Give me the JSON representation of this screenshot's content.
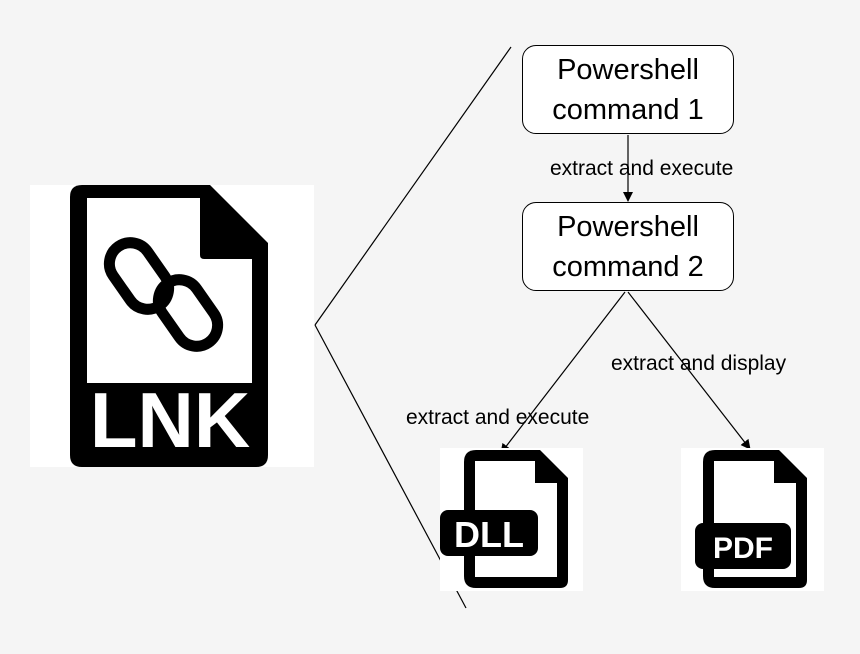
{
  "lnk_icon": {
    "label": "LNK",
    "symbol": "link-icon"
  },
  "nodes": {
    "cmd1": {
      "line1": "Powershell",
      "line2": "command 1"
    },
    "cmd2": {
      "line1": "Powershell",
      "line2": "command 2"
    }
  },
  "edges": {
    "cmd1_to_cmd2": "extract and execute",
    "cmd2_to_dll": "extract and execute",
    "cmd2_to_pdf": "extract and display"
  },
  "dll_icon": {
    "label": "DLL"
  },
  "pdf_icon": {
    "label": "PDF"
  },
  "colors": {
    "background": "#f5f5f5",
    "panel": "#ffffff",
    "ink": "#000000"
  }
}
